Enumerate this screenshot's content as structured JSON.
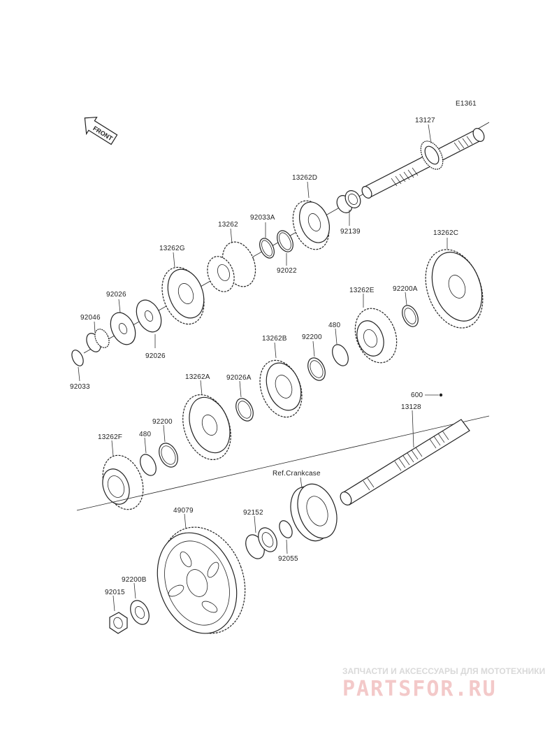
{
  "diagram_id": "E1361",
  "front_label": "FRONT",
  "ref_label": "Ref.Crankcase",
  "parts": {
    "p13127": "13127",
    "p13262D": "13262D",
    "p92139": "92139",
    "p92033A": "92033A",
    "p92022": "92022",
    "p13262": "13262",
    "p13262G": "13262G",
    "p13262C": "13262C",
    "p92200A": "92200A",
    "p13262E": "13262E",
    "p92026_top": "92026",
    "p92026_bottom": "92026",
    "p92046": "92046",
    "p92033": "92033",
    "p480_top": "480",
    "p92200_top": "92200",
    "p13262B": "13262B",
    "p92026A": "92026A",
    "p13262A": "13262A",
    "p92200_mid": "92200",
    "p480_mid": "480",
    "p13262F": "13262F",
    "p600": "600",
    "p13128": "13128",
    "p92152": "92152",
    "p92055": "92055",
    "p49079": "49079",
    "p92200B": "92200B",
    "p92015": "92015"
  },
  "watermark": {
    "subtitle": "ЗАПЧАСТИ И АКСЕССУАРЫ ДЛЯ МОТОТЕХНИКИ",
    "brand": "PARTSFOR.RU"
  }
}
